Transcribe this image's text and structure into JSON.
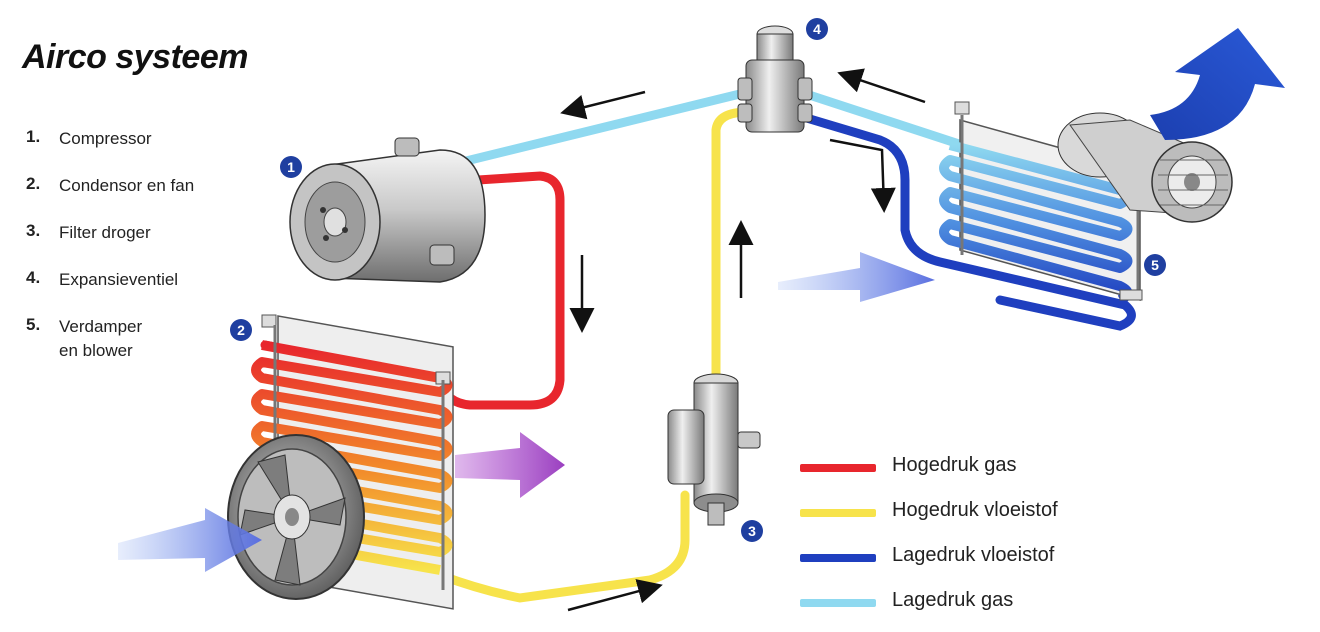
{
  "title": "Airco systeem",
  "parts": [
    {
      "num": "1.",
      "label": "Compressor"
    },
    {
      "num": "2.",
      "label": "Condensor en fan"
    },
    {
      "num": "3.",
      "label": "Filter droger"
    },
    {
      "num": "4.",
      "label": "Expansieventiel"
    },
    {
      "num": "5.",
      "label": "Verdamper\nen blower"
    }
  ],
  "badges": [
    "1",
    "2",
    "3",
    "4",
    "5"
  ],
  "legend": [
    {
      "label": "Hogedruk gas",
      "color": "#e8262d"
    },
    {
      "label": "Hogedruk vloeistof",
      "color": "#f7e34b"
    },
    {
      "label": "Lagedruk vloeistof",
      "color": "#1f3fbf"
    },
    {
      "label": "Lagedruk gas",
      "color": "#8fd9f0"
    }
  ],
  "colors": {
    "high_gas": "#e8262d",
    "high_liquid": "#f7e34b",
    "low_liquid": "#1f3fbf",
    "low_gas": "#8fd9f0",
    "badge": "#1f3fa0"
  },
  "icons": [
    "compressor-icon",
    "condenser-icon",
    "fan-icon",
    "filter-drier-icon",
    "expansion-valve-icon",
    "evaporator-icon",
    "blower-icon",
    "flow-arrow-icon",
    "airflow-arrow-icon"
  ]
}
